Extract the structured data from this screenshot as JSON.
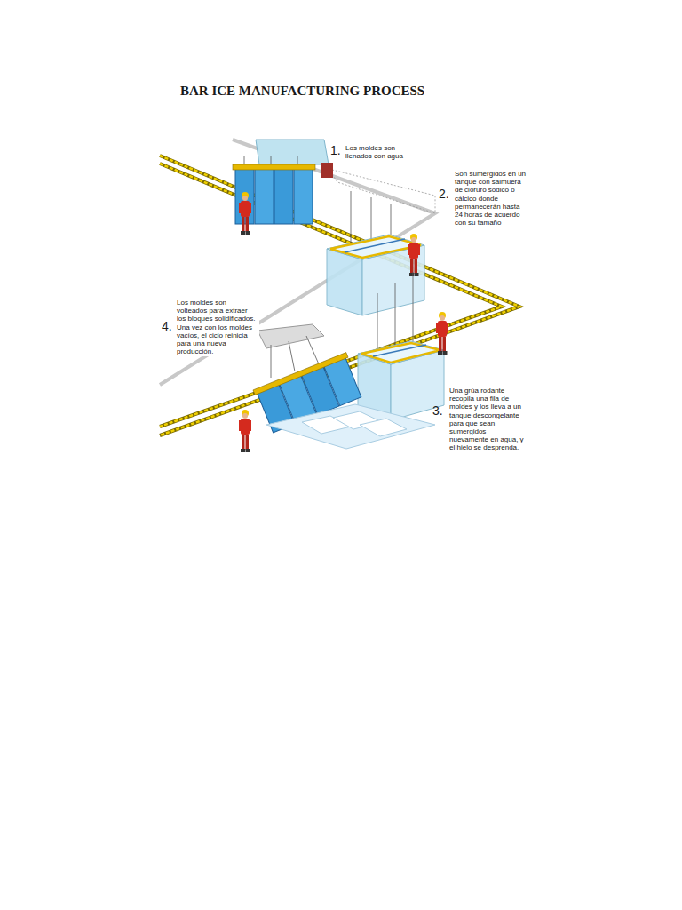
{
  "diagram": {
    "title": "BAR ICE MANUFACTURING PROCESS",
    "labels": [
      "1.",
      "Los moldes son llenados con agua",
      "2.",
      "Son sumergidos en un tanque con salmuera de cloruro sódico o cálcico donde permanecerán hasta 24 horas de acuerdo con su tamaño",
      "4.",
      "Los moldes son volteados para extraer los bloques solidificados. Una vez con los moldes vacíos, el ciclo reinicia para una nueva producción.",
      "3.",
      "Una grúa rodante recopila una fila de moldes y los lleva a un tanque descongelante para que sean sumergidos nuevamente en agua, y el hielo se desprenda."
    ]
  }
}
